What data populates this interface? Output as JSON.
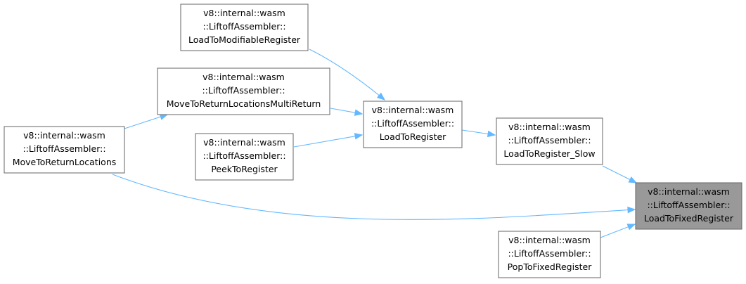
{
  "nodes": [
    {
      "id": "load_to_modifiable_register",
      "lines": [
        "v8::internal::wasm",
        "::LiftoffAssembler::",
        "LoadToModifiableRegister"
      ],
      "highlight": false
    },
    {
      "id": "move_to_return_locations_multi_return",
      "lines": [
        "v8::internal::wasm",
        "::LiftoffAssembler::",
        "MoveToReturnLocationsMultiReturn"
      ],
      "highlight": false
    },
    {
      "id": "move_to_return_locations",
      "lines": [
        "v8::internal::wasm",
        "::LiftoffAssembler::",
        "MoveToReturnLocations"
      ],
      "highlight": false
    },
    {
      "id": "peek_to_register",
      "lines": [
        "v8::internal::wasm",
        "::LiftoffAssembler::",
        "PeekToRegister"
      ],
      "highlight": false
    },
    {
      "id": "load_to_register",
      "lines": [
        "v8::internal::wasm",
        "::LiftoffAssembler::",
        "LoadToRegister"
      ],
      "highlight": false
    },
    {
      "id": "load_to_register_slow",
      "lines": [
        "v8::internal::wasm",
        "::LiftoffAssembler::",
        "LoadToRegister_Slow"
      ],
      "highlight": false
    },
    {
      "id": "load_to_fixed_register",
      "lines": [
        "v8::internal::wasm",
        "::LiftoffAssembler::",
        "LoadToFixedRegister"
      ],
      "highlight": true
    },
    {
      "id": "pop_to_fixed_register",
      "lines": [
        "v8::internal::wasm",
        "::LiftoffAssembler::",
        "PopToFixedRegister"
      ],
      "highlight": false
    }
  ],
  "edges": [
    {
      "from": "load_to_modifiable_register",
      "to": "load_to_register"
    },
    {
      "from": "move_to_return_locations_multi_return",
      "to": "load_to_register"
    },
    {
      "from": "peek_to_register",
      "to": "load_to_register"
    },
    {
      "from": "move_to_return_locations",
      "to": "move_to_return_locations_multi_return"
    },
    {
      "from": "load_to_register",
      "to": "load_to_register_slow"
    },
    {
      "from": "load_to_register_slow",
      "to": "load_to_fixed_register"
    },
    {
      "from": "move_to_return_locations",
      "to": "load_to_fixed_register"
    },
    {
      "from": "pop_to_fixed_register",
      "to": "load_to_fixed_register"
    }
  ],
  "colors": {
    "edge": "#63b8ff",
    "node_border": "#666666",
    "node_fill": "#ffffff",
    "highlight_fill": "#999999"
  }
}
